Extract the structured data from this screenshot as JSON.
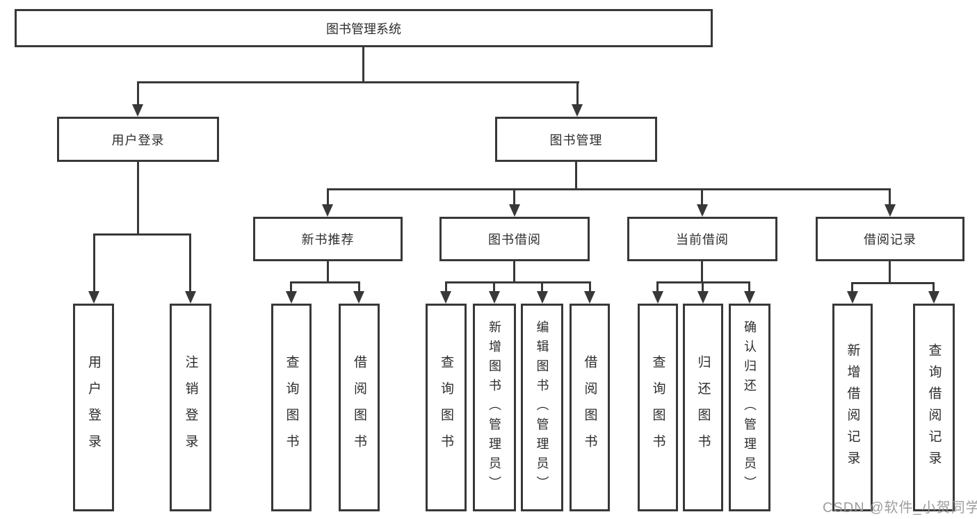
{
  "diagram_type": "hierarchy-tree",
  "colors": {
    "line": "#383838",
    "box_border": "#383838",
    "text": "#2d2d2d",
    "watermark": "#969696",
    "background": "#ffffff"
  },
  "watermark": {
    "text": "CSDN @软件_小贺同学"
  },
  "tree": {
    "label": "图书管理系统",
    "children": [
      {
        "label": "用户登录",
        "children": [
          {
            "label": "用户登录"
          },
          {
            "label": "注销登录"
          }
        ]
      },
      {
        "label": "图书管理",
        "children": [
          {
            "label": "新书推荐",
            "children": [
              {
                "label": "查询图书"
              },
              {
                "label": "借阅图书"
              }
            ]
          },
          {
            "label": "图书借阅",
            "children": [
              {
                "label": "查询图书"
              },
              {
                "label": "新增图书（管理员）"
              },
              {
                "label": "编辑图书（管理员）"
              },
              {
                "label": "借阅图书"
              }
            ]
          },
          {
            "label": "当前借阅",
            "children": [
              {
                "label": "查询图书"
              },
              {
                "label": "归还图书"
              },
              {
                "label": "确认归还（管理员）"
              }
            ]
          },
          {
            "label": "借阅记录",
            "children": [
              {
                "label": "新增借阅记录"
              },
              {
                "label": "查询借阅记录"
              }
            ]
          }
        ]
      }
    ]
  }
}
